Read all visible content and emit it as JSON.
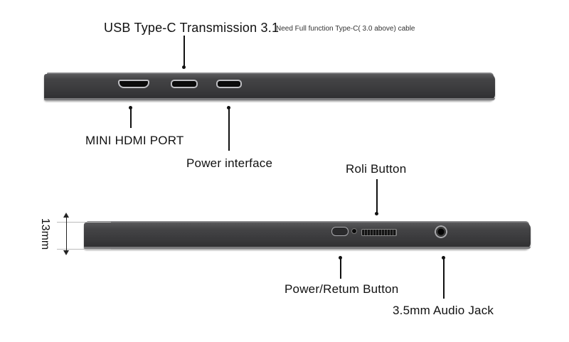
{
  "labels": {
    "usb_type_c": "USB Type-C Transmission 3.1",
    "usb_note": "Need Full function Type-C( 3.0 above) cable",
    "mini_hdmi": "MINI HDMI PORT",
    "power_interface": "Power interface",
    "roli_button": "Roli Button",
    "power_return_button": "Power/Retum Button",
    "audio_jack": "3.5mm Audio Jack",
    "thickness": "13mm"
  },
  "colors": {
    "device_body": "#3a3a3c",
    "device_edge": "#8c8c8e",
    "port_rim": "#bfbfc3",
    "leader_line": "#111111"
  }
}
